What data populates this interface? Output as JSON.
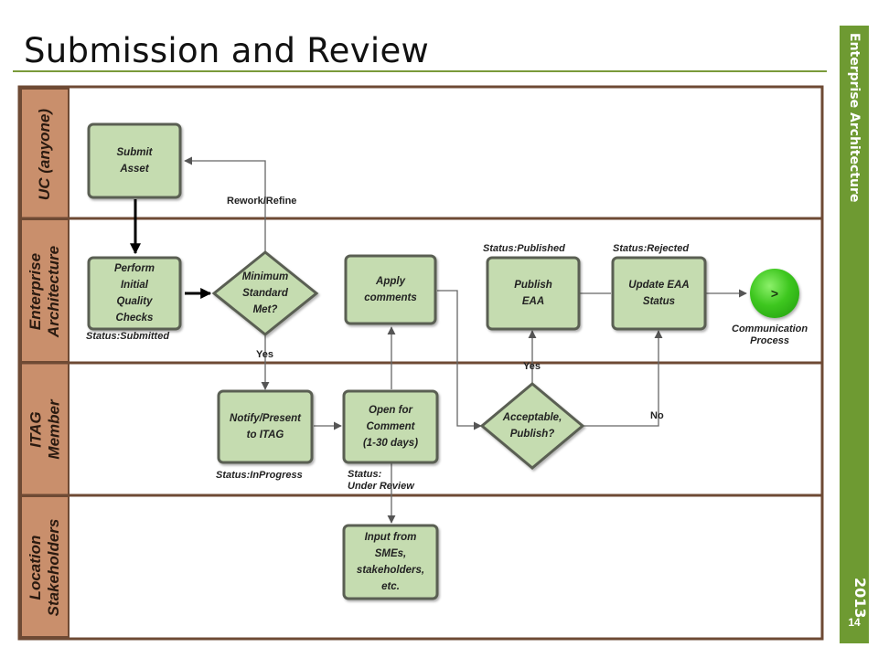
{
  "title": "Submission and Review",
  "sidebar": {
    "label": "Enterprise Architecture",
    "year": "2013",
    "page": "14"
  },
  "lanes": [
    {
      "label": "UC (anyone)"
    },
    {
      "label": "Enterprise\nArchitecture"
    },
    {
      "label": "ITAG\nMember"
    },
    {
      "label": "Location\nStakeholders"
    }
  ],
  "nodes": {
    "submit_asset": "Submit\nAsset",
    "initial_checks": "Perform\nInitial\nQuality\nChecks",
    "min_standard": "Minimum\nStandard\nMet?",
    "apply_comments": "Apply\ncomments",
    "publish_eaa": "Publish\nEAA",
    "update_status": "Update EAA\nStatus",
    "notify_itag": "Notify/Present\nto ITAG",
    "open_comment": "Open for\nComment\n(1-30 days)",
    "acceptable": "Acceptable,\nPublish?",
    "input_smes": "Input from\nSMEs,\nstakeholders,\netc.",
    "go_button": ">"
  },
  "labels": {
    "rework": "Rework/Refine",
    "yes1": "Yes",
    "yes2": "Yes",
    "no": "No",
    "status_submitted": "Status:Submitted",
    "status_published": "Status:Published",
    "status_rejected": "Status:Rejected",
    "status_inprogress": "Status:InProgress",
    "status_review": "Status:\nUnder Review",
    "communication": "Communication\nProcess"
  },
  "colors": {
    "box_fill": "#c5dcb0",
    "box_border": "#5a5e52",
    "lane_header": "#c98f6c",
    "lane_border": "#6e4a34",
    "accent": "#6e9a32"
  }
}
